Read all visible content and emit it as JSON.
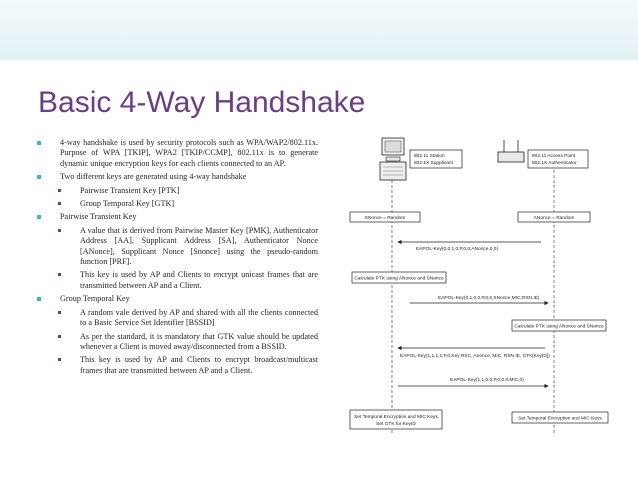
{
  "slide": {
    "title": "Basic 4-Way Handshake",
    "bullets": [
      {
        "text": "4-way handshake is used by security protocols such as WPA/WAP2/802.11x. Purpose of WPA [TKIP], WPA2 [TKIP/CCMP], 802.11x is to generate dynamic unique encryption keys for each clients connected to an AP.",
        "sub": []
      },
      {
        "text": "Two different keys are generated using 4-way handshake",
        "sub": [
          "Pairwise Transient Key [PTK]",
          "Group Temporal Key [GTK]"
        ]
      },
      {
        "text": "Pairwise Transient Key",
        "sub": [
          "A value that is derived from Pairwise Master Key [PMK], Authenticator Address [AA], Supplicant Address [SA], Authenticator Nonce [ANonce], Supplicant Nonce [Snonce] using the pseudo-random function [PRF].",
          "This key is used by AP and Clients to encrypt unicast frames that are transmitted between AP and a Client."
        ]
      },
      {
        "text": "Group Temporal Key",
        "sub": [
          "A random vale derived by AP and shared with all the clients connected to a Basic Service Set Identifier [BSSID]",
          "As per the standard, it is mandatory that GTK value should be updated whenever a Client is moved away/disconnected from a BSSID.",
          "This key is used by AP and Clients to encrypt broadcast/multicast frames that are transmitted between AP and a Client."
        ]
      }
    ]
  },
  "diagram": {
    "station_label_1": "802.11 Station",
    "station_label_2": "802.1X Supplicant",
    "ap_label_1": "802.11 Access Point",
    "ap_label_2": "802.1X Authenticator",
    "snonce_box": "SNonce = Random",
    "anonce_box": "ANonce = Random",
    "msg1": "EAPOL-Key(0,0,1,0,P,0,0,ANonce,0,0)",
    "calc_ptk_station": "Calculate PTK using ANonce and SNonce",
    "msg2": "EAPOL-Key(0,1,0,0,P,0,0,SNonce,MIC,RSN IE)",
    "calc_ptk_ap": "Calculate PTK using ANonce and SNonce",
    "msg3": "EAPOL-Key(1,1,1,1,P,0,Key RSC, Anonce, MIC, RSN IE, GTK[KeyID])",
    "msg4": "EAPOL-Key(1,1,0,0,P,0,0,0,MIC,0)",
    "set_keys_station_1": "Set Temporal Encryption and MIC Keys",
    "set_keys_station_2": "Set GTK for KeyID",
    "set_keys_ap": "Set Temporal Encryption and MIC Keys"
  }
}
